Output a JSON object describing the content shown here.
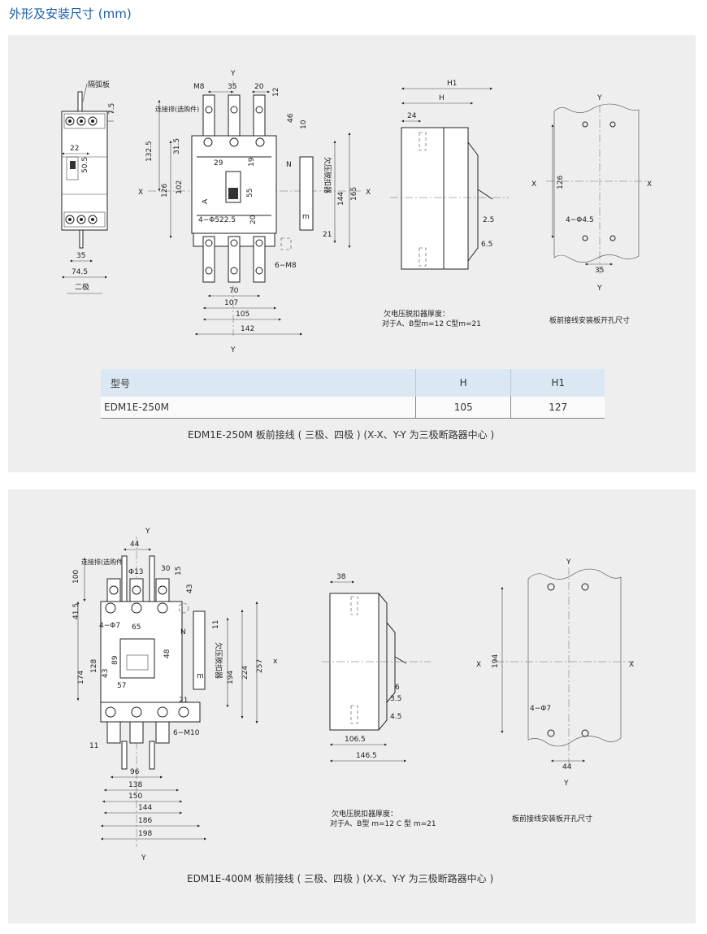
{
  "page": {
    "heading": "外形及安装尺寸 (mm)"
  },
  "panel1": {
    "labels": {
      "arc_barrier": "隔弧板",
      "two_pole": "二极",
      "connector": "连接排(选购件)",
      "undervoltage": "欠压脱扣器",
      "m": "m",
      "N": "N",
      "A": "A",
      "x": "X",
      "y": "Y",
      "H": "H",
      "H1": "H1"
    },
    "dims": {
      "d7_5": "7.5",
      "d22": "22",
      "d50_5": "50.5",
      "d35": "35",
      "d74_5": "74.5",
      "M8": "M8",
      "d35b": "35",
      "d20": "20",
      "d12": "12",
      "d46": "46",
      "d10": "10",
      "d132_5": "132.5",
      "d31_5": "31.5",
      "d29": "29",
      "d19": "19",
      "d126": "126",
      "d102": "102",
      "d55": "55",
      "d144": "144",
      "d165": "165",
      "hole4": "4−Φ5",
      "d22_5": "22.5",
      "d20b": "20",
      "d21": "21",
      "m6": "6−M8",
      "d70": "70",
      "d107": "107",
      "d105": "105",
      "d142": "142",
      "d24": "24",
      "d2_5": "2.5",
      "d6_5": "6.5",
      "d126b": "126",
      "hole4b": "4−Φ4.5",
      "d35c": "35"
    },
    "note1": "欠电压脱扣器厚度：",
    "note2": "对于A、B型m=12  C型m=21",
    "plate_caption": "板前接线安装板开孔尺寸",
    "table": {
      "headers": [
        "型号",
        "H",
        "H1"
      ],
      "rows": [
        [
          "EDM1E-250M",
          "105",
          "127"
        ]
      ]
    },
    "caption": "EDM1E-250M 板前接线 ( 三极、四极 )    (X-X、Y-Y 为三极断路器中心 )"
  },
  "panel2": {
    "labels": {
      "connector": "连接排(选购件)",
      "undervoltage": "欠压脱扣器",
      "m": "m",
      "N": "N",
      "x": "X",
      "x_small": "x",
      "y": "Y"
    },
    "dims": {
      "d44": "44",
      "phi13": "Φ13",
      "d30": "30",
      "d15": "15",
      "d100": "100",
      "d43": "43",
      "d41_5": "41.5",
      "hole4": "4−Φ7",
      "d65": "65",
      "d11": "11",
      "d48": "48",
      "d174": "174",
      "d128": "128",
      "d89": "89",
      "d43b": "43",
      "d194": "194",
      "d224": "224",
      "d257": "257",
      "d57": "57",
      "d21": "21",
      "m10": "6−M10",
      "d11b": "11",
      "d96": "96",
      "d138": "138",
      "d150": "150",
      "d144": "144",
      "d186": "186",
      "d198": "198",
      "d38": "38",
      "d6": "6",
      "d3_5": "3.5",
      "d4_5": "4.5",
      "d106_5": "106.5",
      "d146_5": "146.5",
      "d194b": "194",
      "hole4b": "4−Φ7",
      "d44b": "44"
    },
    "note1": "欠电压脱扣器厚度：",
    "note2": "对于A、B型 m=12  C 型 m=21",
    "plate_caption": "板前接线安装板开孔尺寸",
    "caption": "EDM1E-400M 板前接线 ( 三极、四极 )    (X-X、Y-Y 为三极断路器中心 )"
  }
}
